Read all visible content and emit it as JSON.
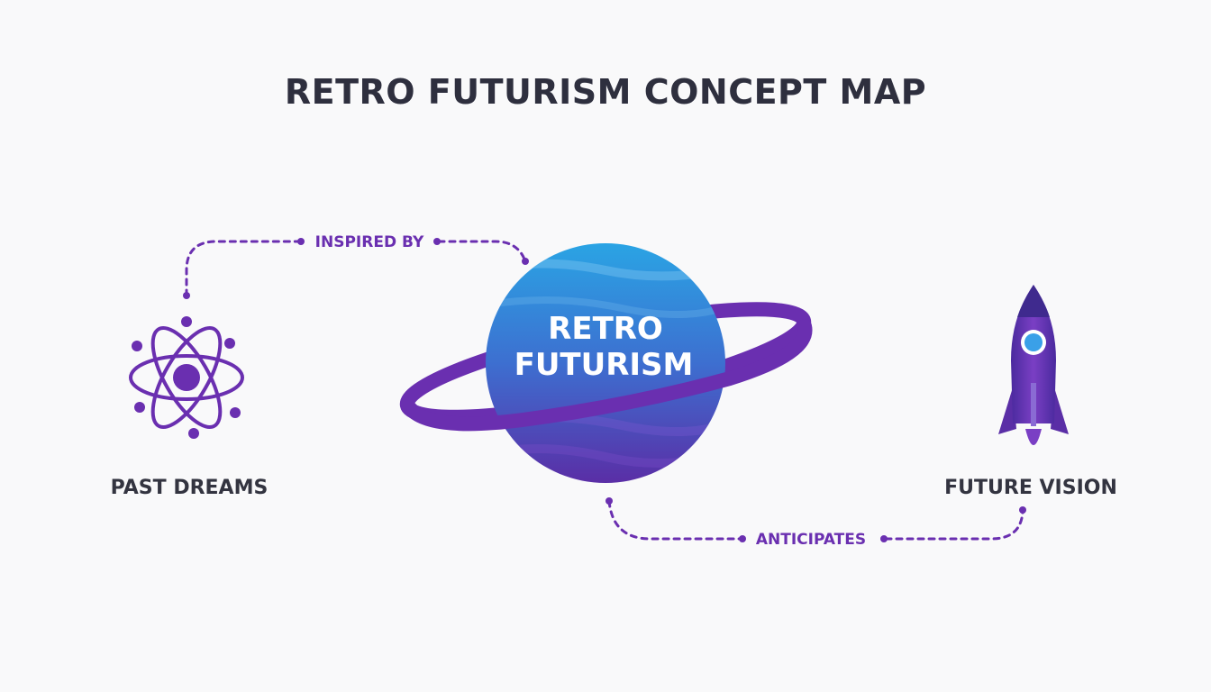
{
  "title": "RETRO FUTURISM CONCEPT MAP",
  "colors": {
    "background": "#f9f9fa",
    "title": "#2e2f3e",
    "accent": "#6a2fb0",
    "planet_top": "#2aa4e4",
    "planet_bottom": "#5a2ea6",
    "label": "#333440"
  },
  "nodes": {
    "past": {
      "label": "PAST DREAMS",
      "icon": "atom-icon"
    },
    "center": {
      "label_line1": "RETRO",
      "label_line2": "FUTURISM",
      "icon": "planet-icon"
    },
    "future": {
      "label": "FUTURE VISION",
      "icon": "rocket-icon"
    }
  },
  "links": {
    "inspired_by": "INSPIRED BY",
    "anticipates": "ANTICIPATES"
  }
}
